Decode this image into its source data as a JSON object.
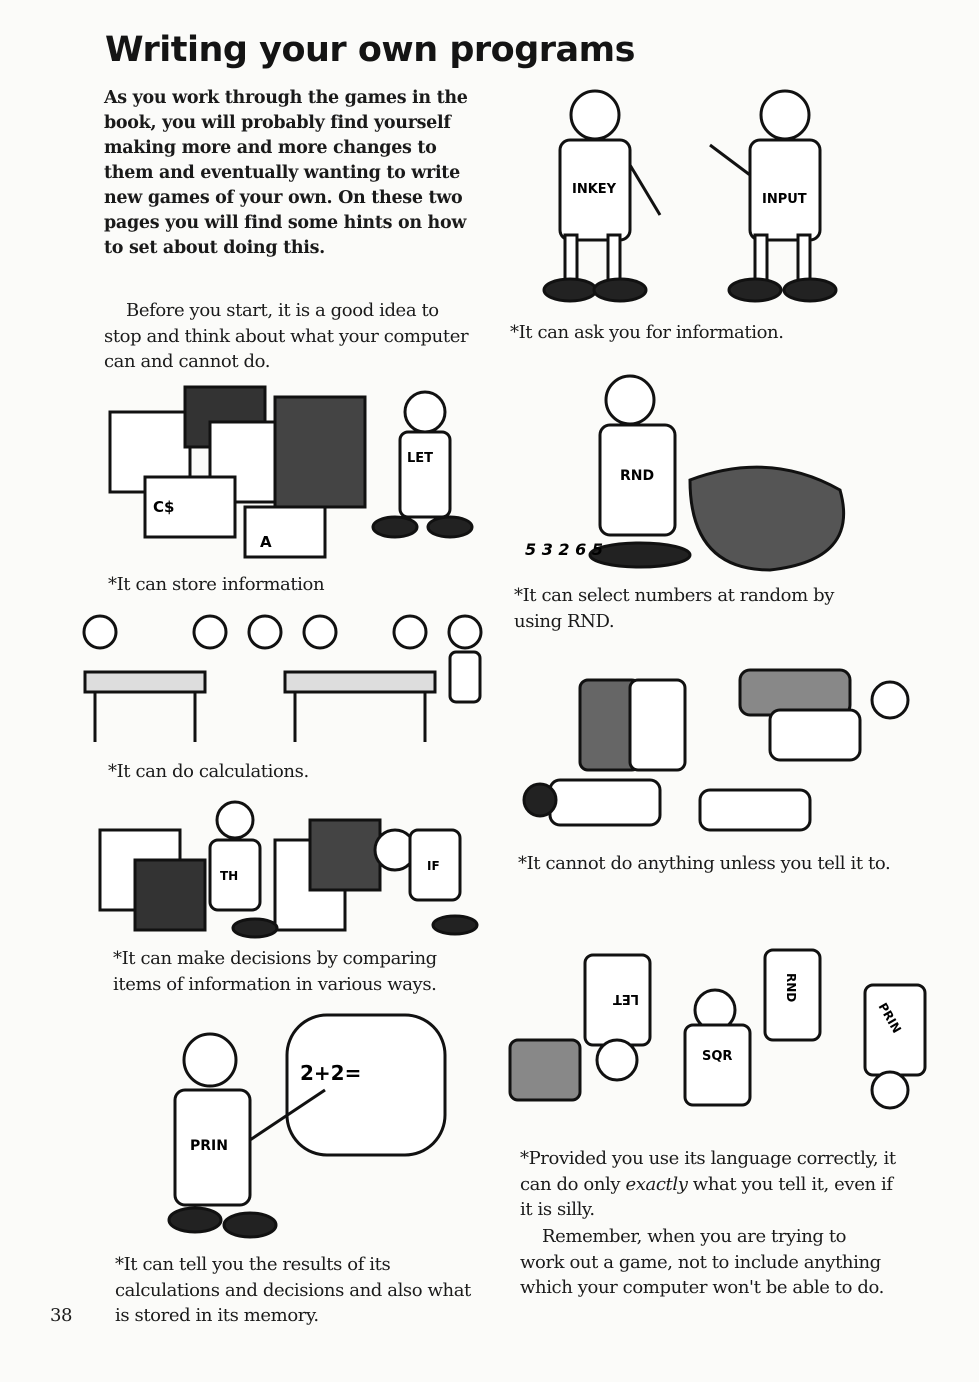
{
  "title": "Writing your own programs",
  "intro": "As you work through the games in the book, you will probably find yourself making more and more changes to them and eventually wanting to write new games of your own. On these two pages you will find some hints on how to set about doing this.",
  "before": "Before you start, it is a good idea to stop and think about what your computer can and cannot do.",
  "captions": {
    "ask": "*It can ask you for information.",
    "store": "*It can store information",
    "random": "*It can select numbers at random by using RND.",
    "calc": "*It can do calculations.",
    "cannot": "*It cannot do anything unless you tell it to.",
    "decide": "*It can make decisions by comparing items of information in various ways.",
    "tell": "*It can tell you the results of its calculations and decisions and also what is stored in its memory."
  },
  "provided": {
    "before_em": "*Provided you use its language correctly, it can do only ",
    "em": "exactly",
    "after_em": " what you tell it, even if it is silly."
  },
  "remember": "Remember, when you are trying to work out a game, not to include anything which your computer won't be able to do.",
  "page_number": "38",
  "labels": {
    "inkey": "INKEY",
    "input": "INPUT",
    "let": "LET",
    "cs": "C$",
    "a": "A",
    "rnd": "RND",
    "nums": "5 3 2 6 5",
    "th": "TH",
    "if": "IF",
    "prin": "PRIN",
    "board": "2+2=",
    "sqr": "SQR",
    "let2": "LET",
    "rnd2": "RND",
    "prin2": "PRIN"
  }
}
